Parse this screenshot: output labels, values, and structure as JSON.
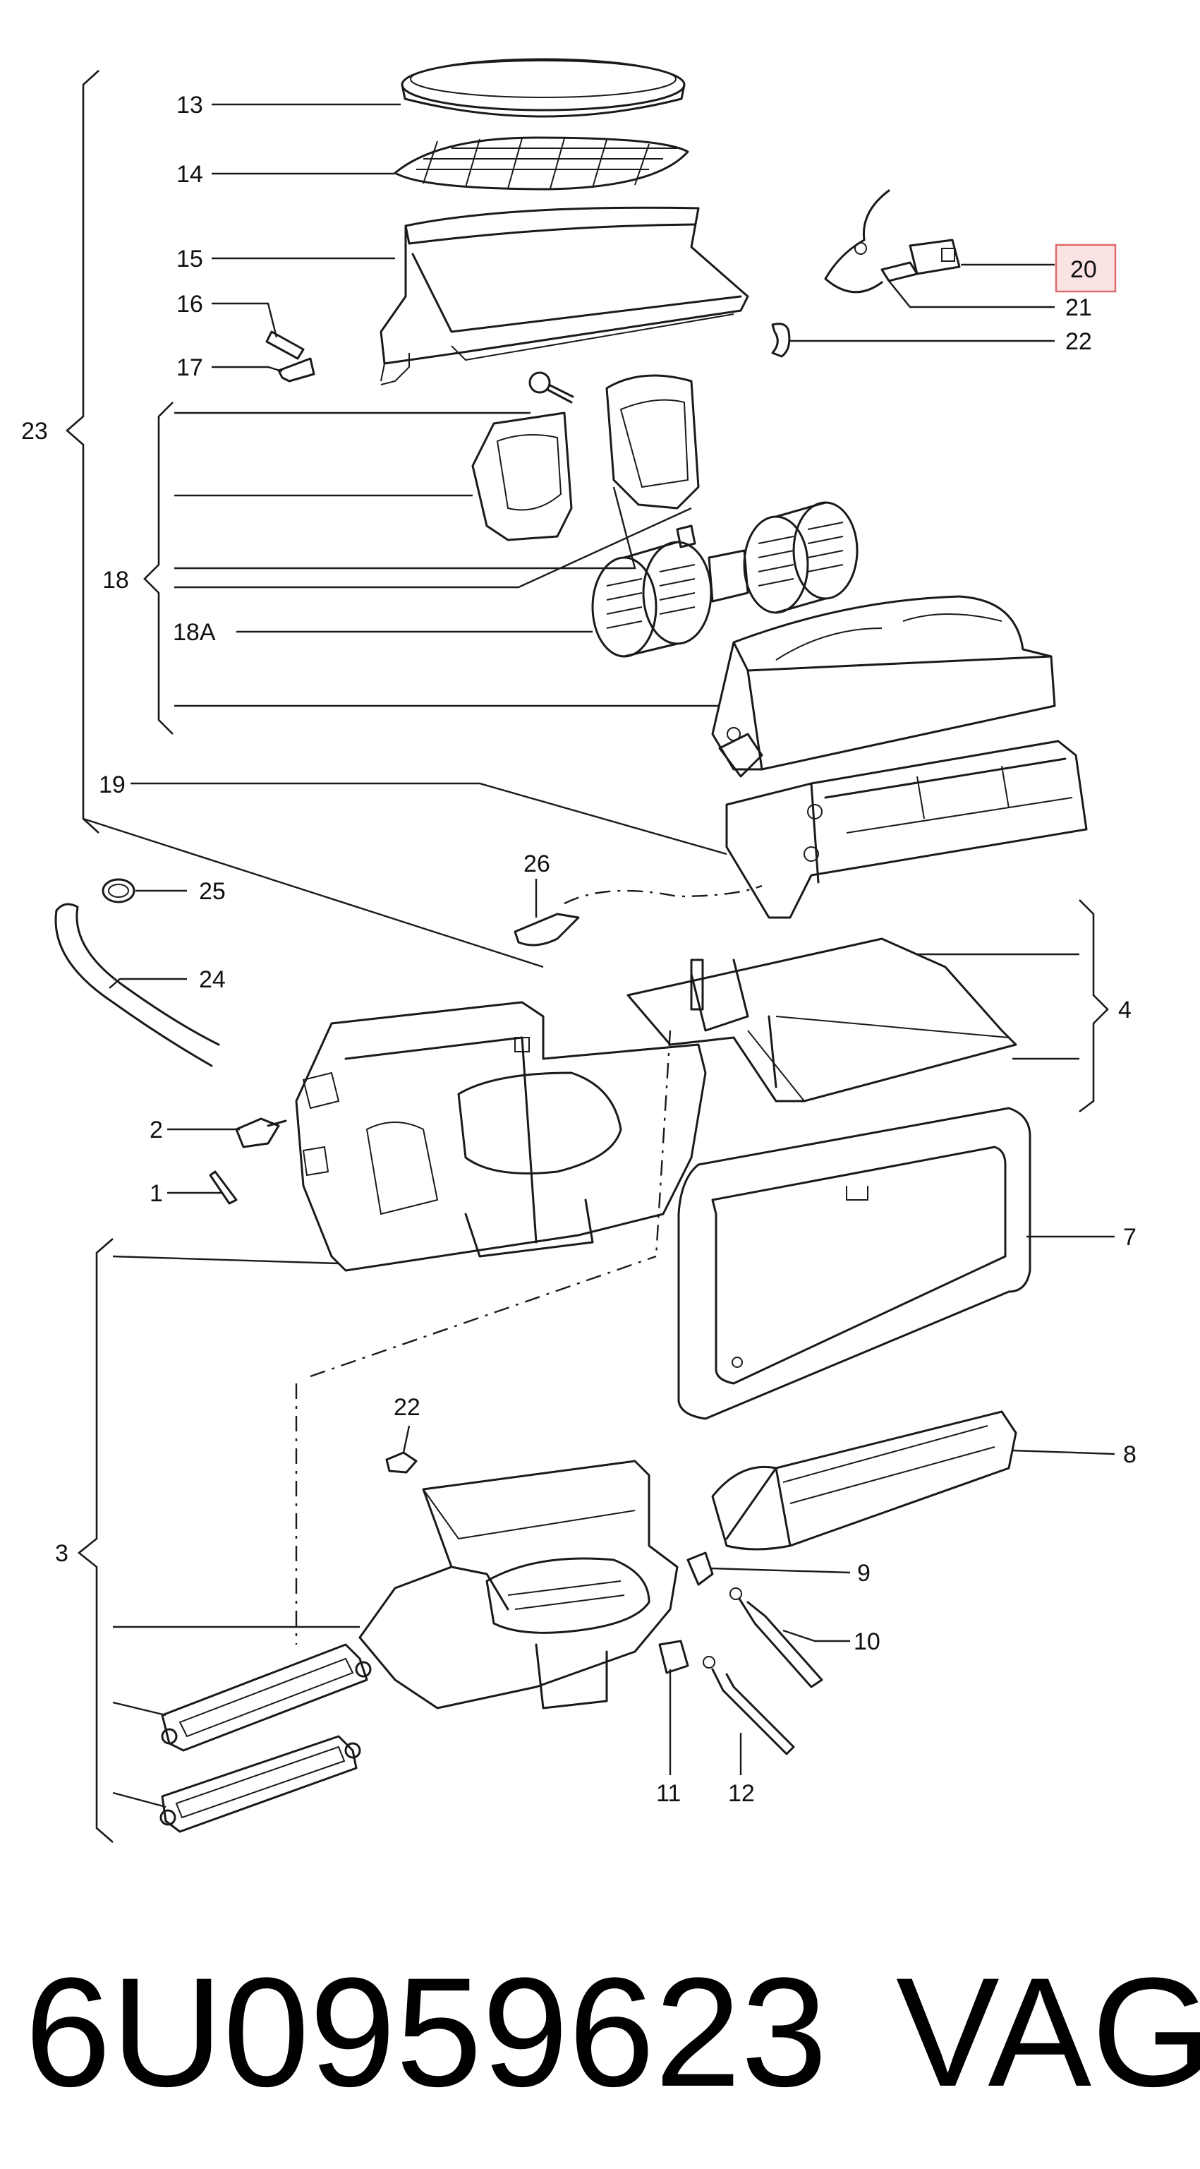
{
  "diagram": {
    "highlight_color": "#e06a6a",
    "callouts": [
      {
        "id": "c13",
        "text": "13"
      },
      {
        "id": "c14",
        "text": "14"
      },
      {
        "id": "c15",
        "text": "15"
      },
      {
        "id": "c16",
        "text": "16"
      },
      {
        "id": "c17",
        "text": "17"
      },
      {
        "id": "c18",
        "text": "18"
      },
      {
        "id": "c18a",
        "text": "18A"
      },
      {
        "id": "c19",
        "text": "19"
      },
      {
        "id": "c20",
        "text": "20",
        "highlighted": true
      },
      {
        "id": "c21",
        "text": "21"
      },
      {
        "id": "c22a",
        "text": "22"
      },
      {
        "id": "c22b",
        "text": "22"
      },
      {
        "id": "c23",
        "text": "23"
      },
      {
        "id": "c24",
        "text": "24"
      },
      {
        "id": "c25",
        "text": "25"
      },
      {
        "id": "c26",
        "text": "26"
      },
      {
        "id": "c4",
        "text": "4"
      },
      {
        "id": "c2",
        "text": "2"
      },
      {
        "id": "c1",
        "text": "1"
      },
      {
        "id": "c7",
        "text": "7"
      },
      {
        "id": "c3",
        "text": "3"
      },
      {
        "id": "c8",
        "text": "8"
      },
      {
        "id": "c9",
        "text": "9"
      },
      {
        "id": "c10",
        "text": "10"
      },
      {
        "id": "c11",
        "text": "11"
      },
      {
        "id": "c12",
        "text": "12"
      }
    ]
  },
  "footer": {
    "part_number": "6U0959623",
    "brand": "VAG"
  }
}
